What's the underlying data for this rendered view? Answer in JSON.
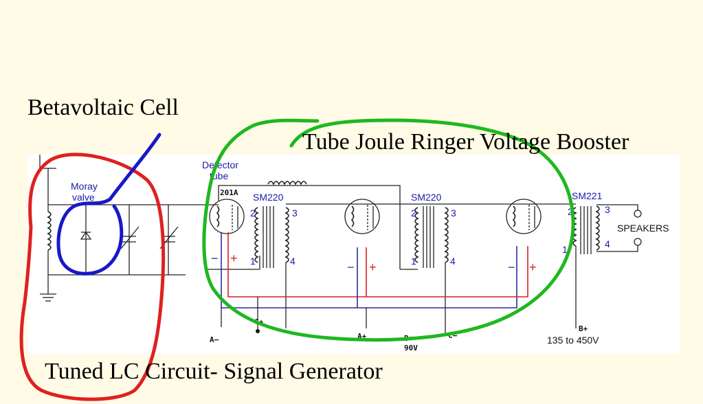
{
  "annotations": {
    "betavoltaic": "Betavoltaic Cell",
    "tube_joule": "Tube Joule Ringer Voltage Booster",
    "tuned_lc": "Tuned LC Circuit- Signal Generator"
  },
  "schematic": {
    "detector_line1": "Detector",
    "detector_line2": "tube",
    "moray_line1": "Moray",
    "moray_line2": "valve",
    "tube_type": "201A",
    "transformer1": "SM220",
    "transformer2": "SM220",
    "transformer3": "SM221",
    "speakers": "SPEAKERS",
    "pin_2": "2",
    "pin_3": "3",
    "pin_1": "1",
    "pin_4": "4",
    "minus": "−",
    "plus": "+",
    "term_a": "A−",
    "term_aplus": "A+",
    "term_c": "C−",
    "term_c2": "C+",
    "term_b": "B+",
    "term_b_voltage": "90V",
    "term_b2": "B+",
    "b_range": "135 to 450V"
  },
  "colors": {
    "background": "#fffbe6",
    "red_marker": "#e02020",
    "blue_marker": "#1818c8",
    "green_marker": "#1fb81f"
  }
}
